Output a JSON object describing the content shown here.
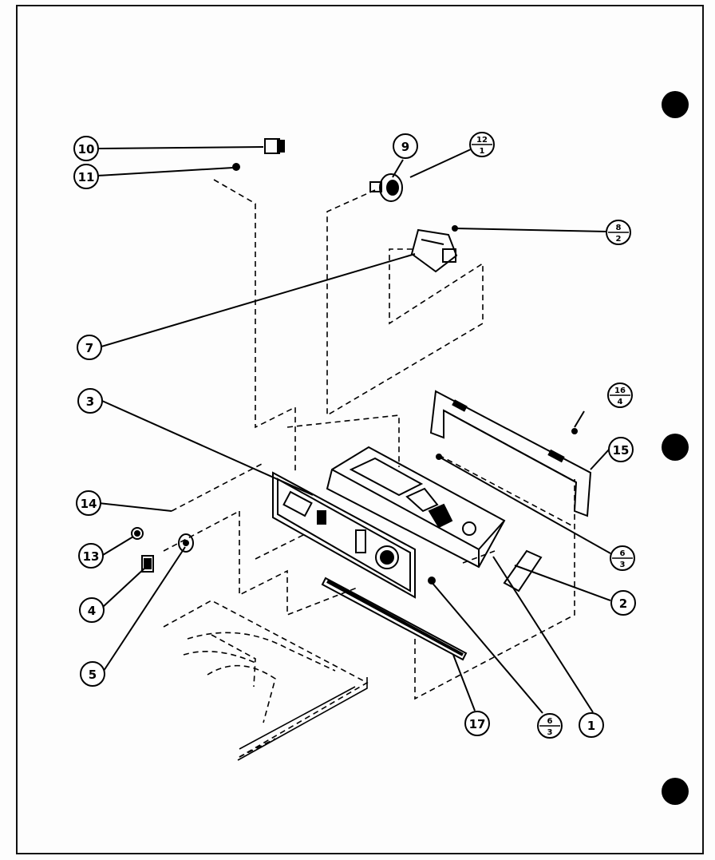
{
  "callouts": {
    "c1": "1",
    "c2": "2",
    "c3": "3",
    "c4": "4",
    "c5": "5",
    "c7": "7",
    "c9": "9",
    "c10": "10",
    "c11": "11",
    "c13": "13",
    "c14": "14",
    "c15": "15",
    "c17": "17",
    "f6a_top": "6",
    "f6a_bottom": "3",
    "f6b_top": "6",
    "f6b_bottom": "3",
    "f8_top": "8",
    "f8_bottom": "2",
    "f12_top": "12",
    "f12_bottom": "1",
    "f16_top": "16",
    "f16_bottom": "4"
  },
  "colors": {
    "ink": "#000000",
    "paper": "#fdfdfd"
  },
  "icons": [
    "binder-hole",
    "binder-hole",
    "binder-hole"
  ]
}
